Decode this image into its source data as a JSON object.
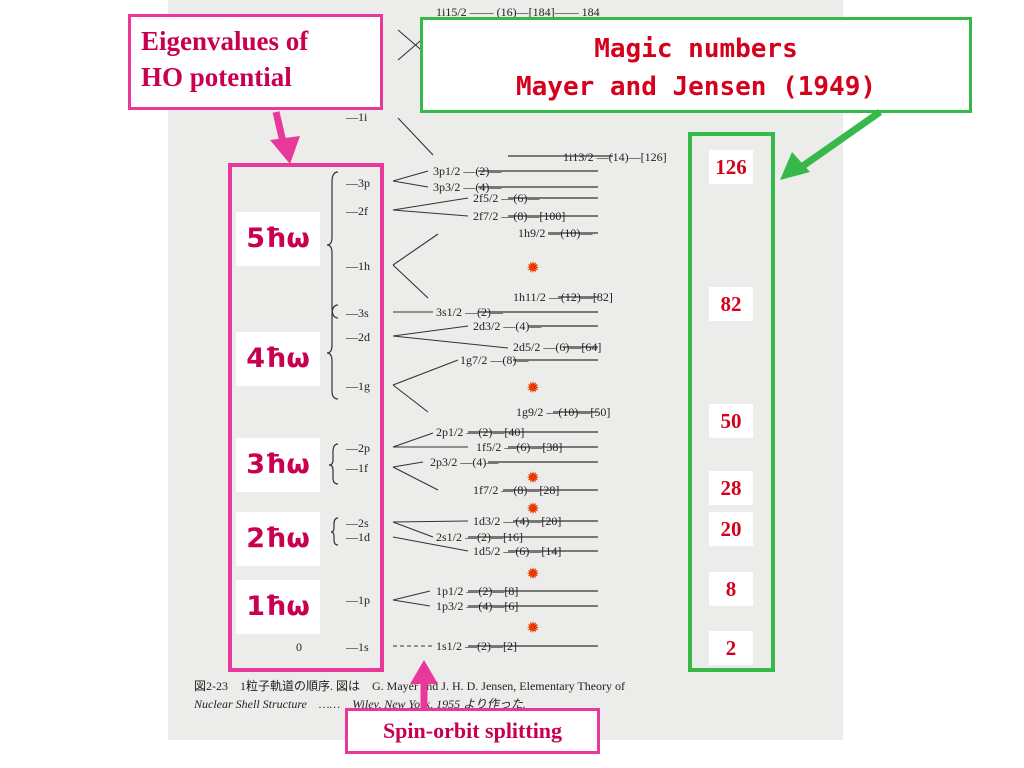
{
  "callouts": {
    "ho_line1": "Eigenvalues of",
    "ho_line2": "HO potential",
    "magic_line1": "Magic numbers",
    "magic_line2": "Mayer and Jensen (1949)",
    "spin_orbit": "Spin-orbit splitting"
  },
  "oscillator_shells": [
    "5ħω",
    "4ħω",
    "3ħω",
    "2ħω",
    "1ħω"
  ],
  "magic_numbers": [
    "126",
    "82",
    "50",
    "28",
    "20",
    "8",
    "2"
  ],
  "colors": {
    "pink": "#e8399a",
    "green": "#36b84a",
    "red_text": "#d4001c",
    "dot": "#e83a00"
  },
  "scan": {
    "top_row": "1i15/2 —— (16)—[184]—— 184",
    "zero_label": "0",
    "ho_levels": [
      "—3p",
      "—2f",
      "—1h",
      "—3s",
      "—2d",
      "—1g",
      "—2p",
      "—1f",
      "—2s",
      "—1d",
      "—1p",
      "—1s",
      "—1i"
    ],
    "orbitals": [
      "1i13/2 —(14)—[126]",
      "3p1/2 —(2)—",
      "3p3/2 —(4)—",
      "2f5/2 —(6)—",
      "2f7/2 —(8)—[100]",
      "1h9/2 —(10)—",
      "1h11/2 —(12)—[82]",
      "3s1/2 —(2)—",
      "2d3/2 —(4)—",
      "2d5/2 —(6)—[64]",
      "1g7/2 —(8)—",
      "1g9/2 —(10)—[50]",
      "2p1/2 —(2)—[40]",
      "1f5/2 —(6)—[38]",
      "2p3/2 —(4)—",
      "1f7/2 —(8)—[28]",
      "1d3/2 —(4)—[20]",
      "2s1/2 —(2)—[16]",
      "1d5/2 —(6)—[14]",
      "1p1/2 —(2)—[8]",
      "1p3/2 —(4)—[6]",
      "1s1/2 —(2)—[2]"
    ],
    "caption_line1": "図2-23　1粒子軌道の順序. 図は　G. Mayer and J. H. D. Jensen, Elementary Theory of",
    "caption_line2": "Nuclear Shell Structure　……　Wiley, New York, 1955 より作った."
  }
}
